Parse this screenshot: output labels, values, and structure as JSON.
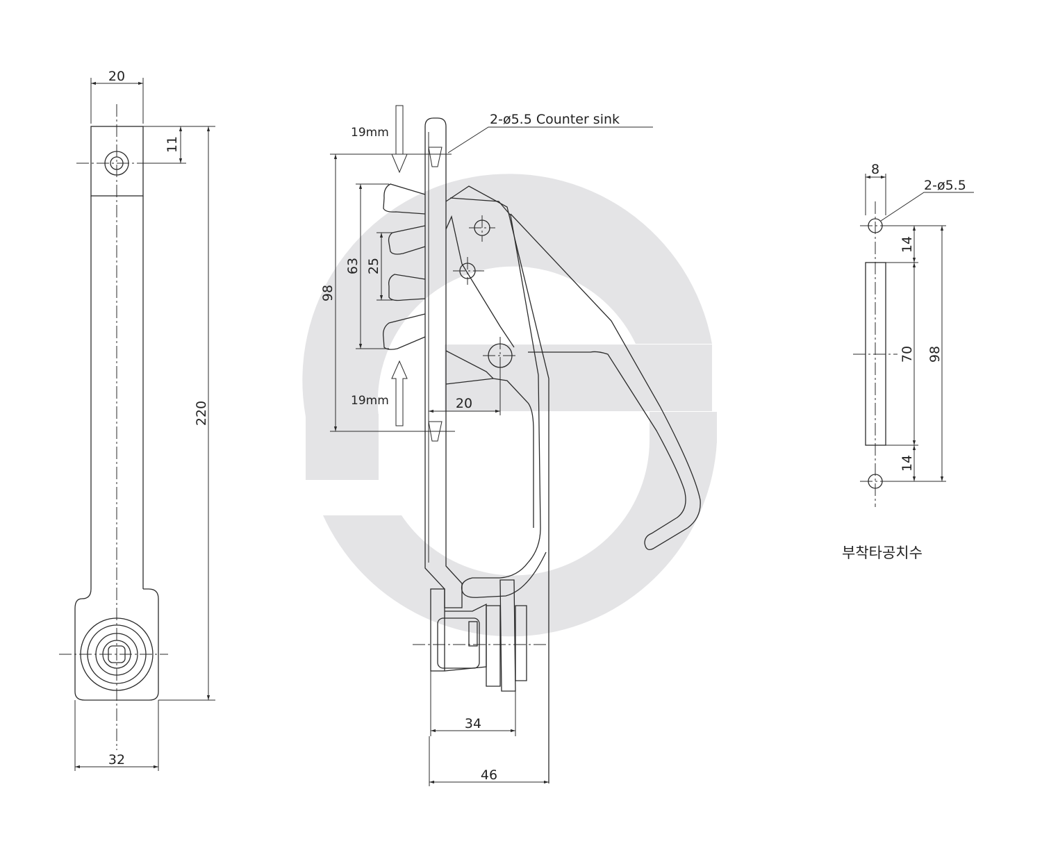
{
  "watermark": {
    "icon": "s-logo-watermark",
    "color": "#e4e4e6"
  },
  "front_view": {
    "dim_top_width": "20",
    "dim_hole_offset": "11",
    "dim_total_length": "220",
    "dim_bottom_width": "32"
  },
  "side_view": {
    "note_counter_sink": "2-ø5.5 Counter sink",
    "dim_arrow_top": "19mm",
    "dim_arrow_bottom": "19mm",
    "dim_98": "98",
    "dim_63": "63",
    "dim_25": "25",
    "dim_20": "20",
    "dim_34": "34",
    "dim_46": "46"
  },
  "hole_template": {
    "dim_width": "8",
    "note_holes": "2-ø5.5",
    "dim_14_top": "14",
    "dim_70": "70",
    "dim_98": "98",
    "dim_14_bottom": "14",
    "caption": "부착타공치수"
  }
}
